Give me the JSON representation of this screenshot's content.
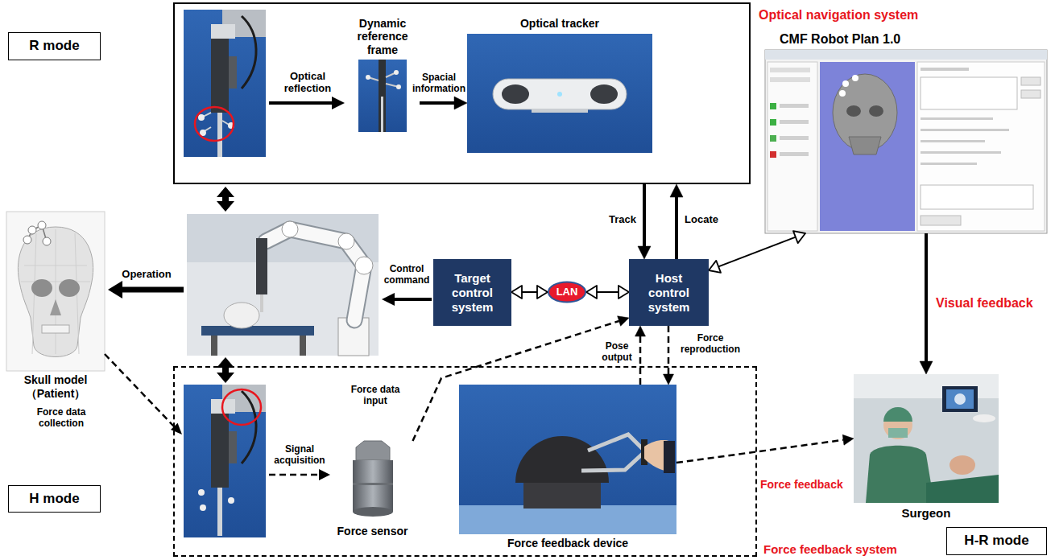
{
  "diagram": {
    "nodes": [
      {
        "text": [
          "Optical navigation system"
        ]
      },
      {
        "text": [
          "Dynamic reference frame"
        ],
        "in": 0
      },
      {
        "text": [
          "Optical tracker"
        ],
        "in": 0
      },
      {
        "text": [
          "CMF Robot Plan 1.0"
        ]
      },
      {
        "text": [
          "R mode"
        ]
      },
      {
        "text": [
          "Skull model（Patient）"
        ]
      },
      {
        "text": [
          "Target control system"
        ]
      },
      {
        "text": [
          "LAN"
        ]
      },
      {
        "text": [
          "Host control system"
        ]
      },
      {
        "text": [
          "Surgeon"
        ]
      },
      {
        "text": [
          "Force feedback system"
        ]
      },
      {
        "text": [
          "Force sensor"
        ],
        "in": 10
      },
      {
        "text": [
          "Force feedback device"
        ],
        "in": 10
      },
      {
        "text": [
          "H mode"
        ]
      },
      {
        "text": [
          "H-R mode"
        ]
      }
    ],
    "edges": [
      {
        "from": 1,
        "to": 2,
        "arrow": "to",
        "label": "Spacial information"
      },
      {
        "from": 0,
        "to": 8,
        "arrow": "to",
        "label": "Track"
      },
      {
        "from": 8,
        "to": 0,
        "arrow": "to",
        "label": "Locate"
      },
      {
        "from": 6,
        "to": 7,
        "arrow": "both"
      },
      {
        "from": 7,
        "to": 8,
        "arrow": "both"
      },
      {
        "from": 8,
        "to": 3,
        "arrow": "both"
      },
      {
        "from": 3,
        "to": 9,
        "arrow": "to",
        "label": "Visual feedback"
      },
      {
        "from": 11,
        "to": 8,
        "arrow": "to",
        "label": "Force data input"
      },
      {
        "from": 12,
        "to": 8,
        "arrow": "to",
        "label": "Pose output"
      },
      {
        "from": 8,
        "to": 12,
        "arrow": "to",
        "label": "Force reproduction"
      },
      {
        "from": 12,
        "to": 9,
        "arrow": "to",
        "label": "Force feedback"
      }
    ],
    "labels": [
      "Optical reflection",
      "Operation",
      "Control command",
      "Force data collection",
      "Signal acquisition"
    ]
  }
}
